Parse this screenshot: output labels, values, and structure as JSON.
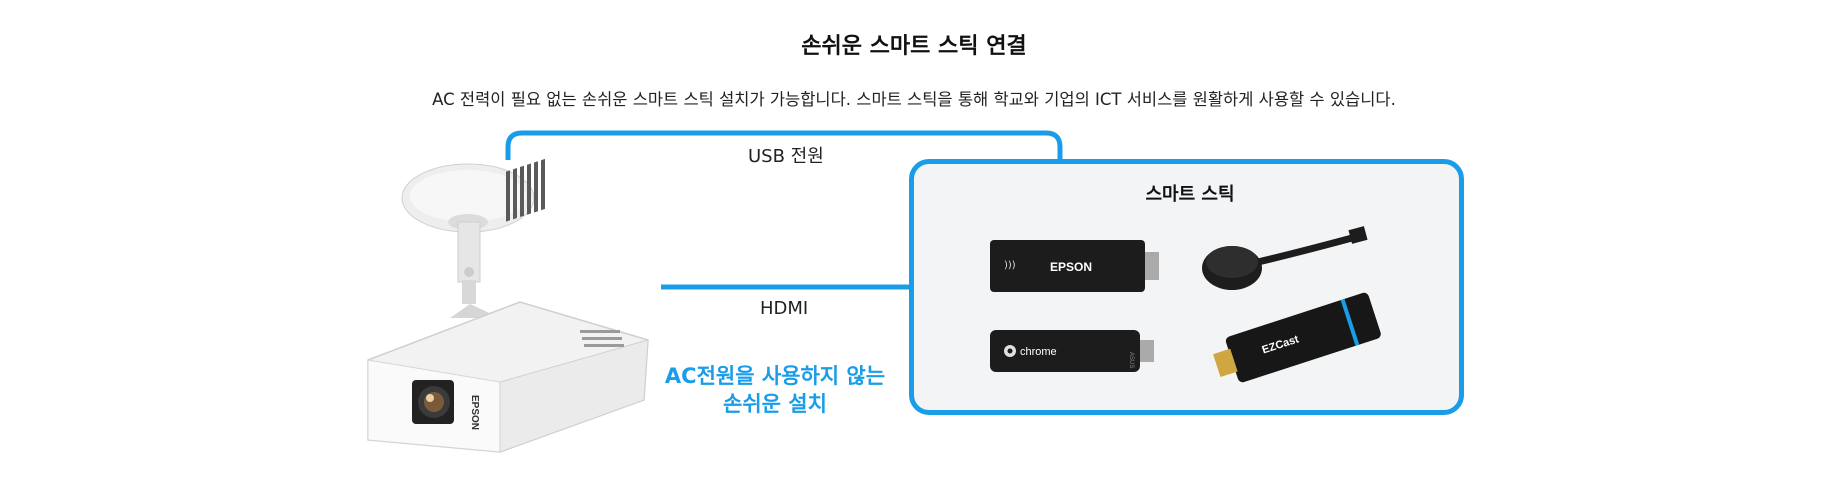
{
  "header": {
    "title": "손쉬운 스마트 스틱 연결",
    "description": "AC 전력이 필요 없는 손쉬운 스마트 스틱 설치가 가능합니다. 스마트 스틱을 통해 학교와 기업의 ICT 서비스를 원활하게 사용할 수 있습니다."
  },
  "diagram": {
    "usb_label": "USB 전원",
    "hdmi_label": "HDMI",
    "ac_label_line1": "AC전원을 사용하지 않는",
    "ac_label_line2": "손쉬운 설치",
    "box_title": "스마트 스틱",
    "projector_brand": "EPSON",
    "sticks": {
      "epson_stick_text": "EPSON",
      "chrome_stick_text": "chrome",
      "chrome_stick_side": "ASUS",
      "ezcast_text": "EZCast"
    }
  },
  "colors": {
    "accent": "#1a9de8",
    "box_bg": "#f3f4f5"
  }
}
